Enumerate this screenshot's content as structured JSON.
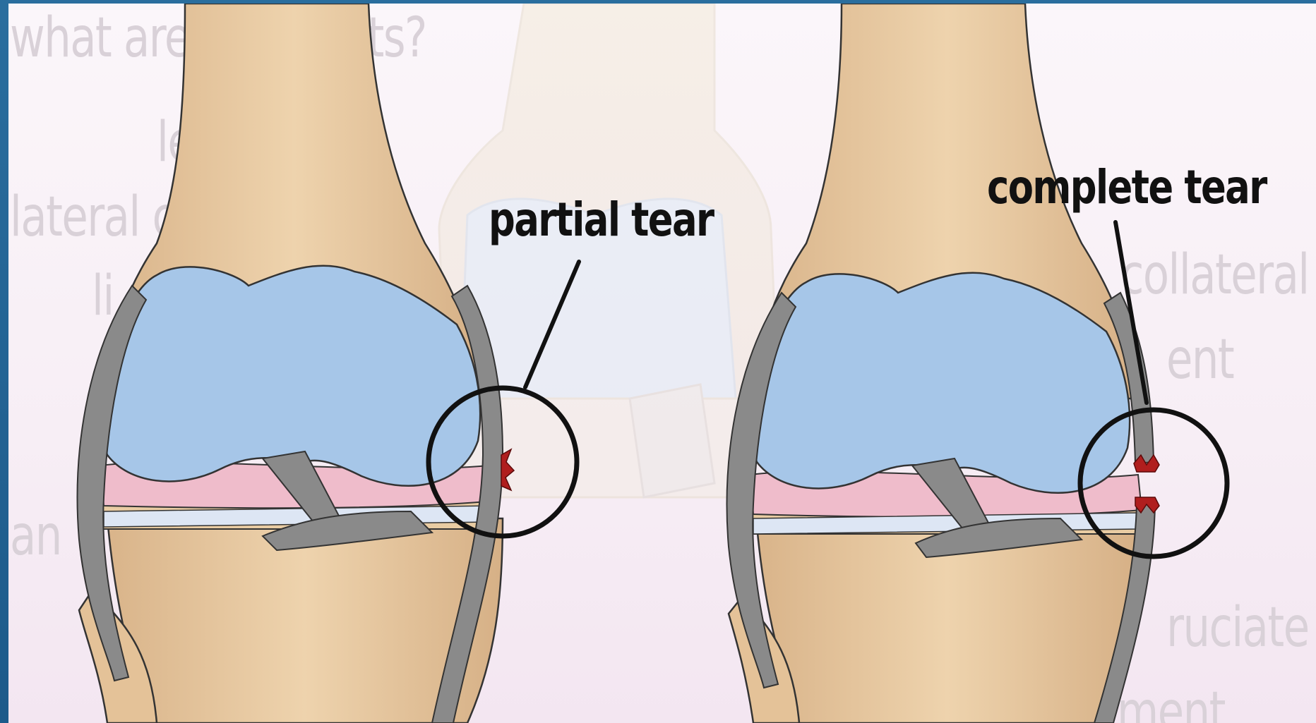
{
  "labels": {
    "partial": "partial tear",
    "complete": "complete tear"
  },
  "background_text": {
    "title": "what are ligaments?",
    "line_le": "le",
    "line_lateral": "lateral c",
    "line_li": "li",
    "line_an": "an",
    "right_collateral": "collateral",
    "right_ent": "ent",
    "right_cruciate": "ruciate",
    "right_ment": "ment"
  },
  "colors": {
    "bone": "#e8c9a0",
    "cartilage": "#a6c6e8",
    "meniscus": "#f1c3d2",
    "ligament": "#8a8a8a",
    "tear": "#b01e1e",
    "frame_border": "#1e5d8c"
  }
}
